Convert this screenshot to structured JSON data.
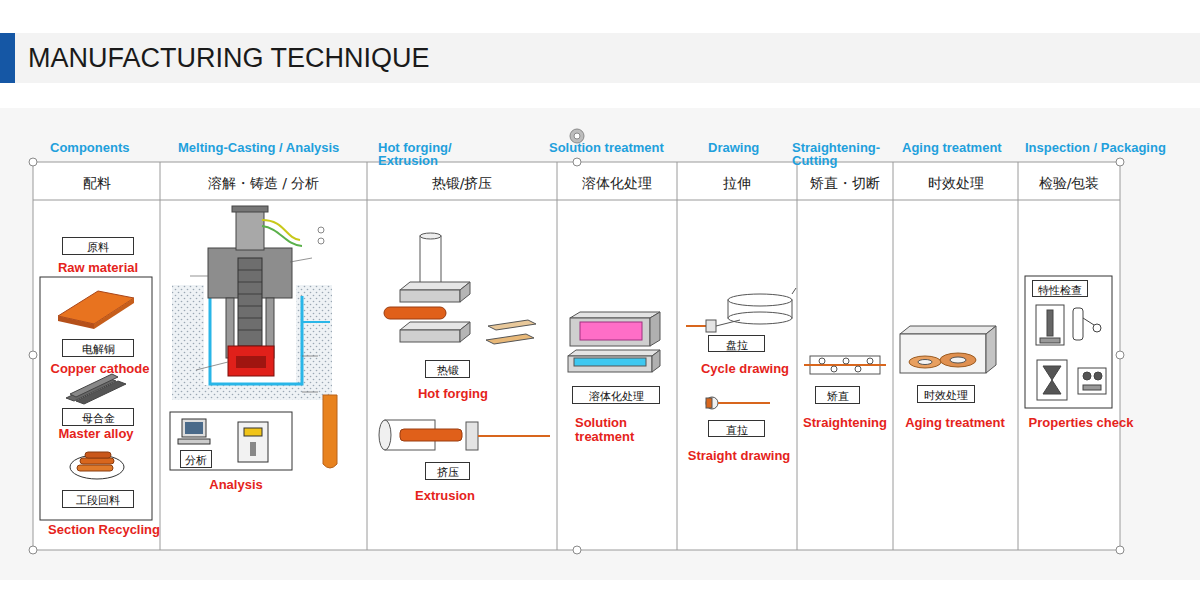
{
  "diagram": {
    "title": "MANUFACTURING TECHNIQUE",
    "nodes": [
      {
        "text": [
          "Components",
          "配料"
        ]
      },
      {
        "text": [
          "Melting-Casting / Analysis",
          "溶解・铸造 / 分析"
        ]
      },
      {
        "text": [
          "Hot forging/ Extrusion",
          "热锻/挤压"
        ]
      },
      {
        "text": [
          "Solution treatment",
          "溶体化处理"
        ]
      },
      {
        "text": [
          "Drawing",
          "拉伸"
        ]
      },
      {
        "text": [
          "Straightening- Cutting",
          "矫直・切断"
        ]
      },
      {
        "text": [
          "Aging treatment",
          "时效处理"
        ]
      },
      {
        "text": [
          "Inspection / Packaging",
          "检验/包装"
        ]
      },
      {
        "text": [
          "原料",
          "Raw material"
        ],
        "in": 0
      },
      {
        "text": [
          "电解铜",
          "Copper cathode"
        ],
        "in": 0
      },
      {
        "text": [
          "母合金",
          "Master alloy"
        ],
        "in": 0
      },
      {
        "text": [
          "工段回料",
          "Section Recycling"
        ],
        "in": 0
      },
      {
        "text": [
          "分析",
          "Analysis"
        ],
        "in": 1
      },
      {
        "text": [
          "热锻",
          "Hot forging"
        ],
        "in": 2
      },
      {
        "text": [
          "挤压",
          "Extrusion"
        ],
        "in": 2
      },
      {
        "text": [
          "溶体化处理",
          "Solution treatment"
        ],
        "in": 3
      },
      {
        "text": [
          "盘拉",
          "Cycle drawing"
        ],
        "in": 4
      },
      {
        "text": [
          "直拉",
          "Straight drawing"
        ],
        "in": 4
      },
      {
        "text": [
          "矫直",
          "Straightening"
        ],
        "in": 5
      },
      {
        "text": [
          "时效处理",
          "Aging treatment"
        ],
        "in": 6
      },
      {
        "text": [
          "特性检查",
          "Properties check"
        ],
        "in": 7
      }
    ]
  }
}
